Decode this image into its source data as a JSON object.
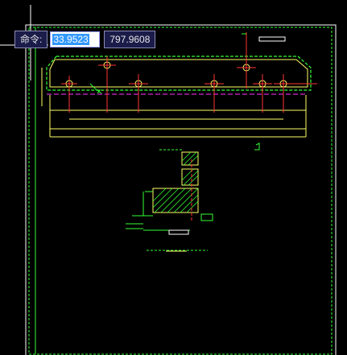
{
  "command": {
    "label": "命令:",
    "x_value": "33.9523",
    "y_value": "797.9608"
  },
  "colors": {
    "background": "#000000",
    "drawing_yellow": "#ffff66",
    "drawing_green": "#33ff33",
    "drawing_red": "#ff3333",
    "drawing_magenta": "#ff33ff",
    "drawing_white": "#ffffff"
  },
  "icons": [
    "crosshair-cursor-icon"
  ]
}
